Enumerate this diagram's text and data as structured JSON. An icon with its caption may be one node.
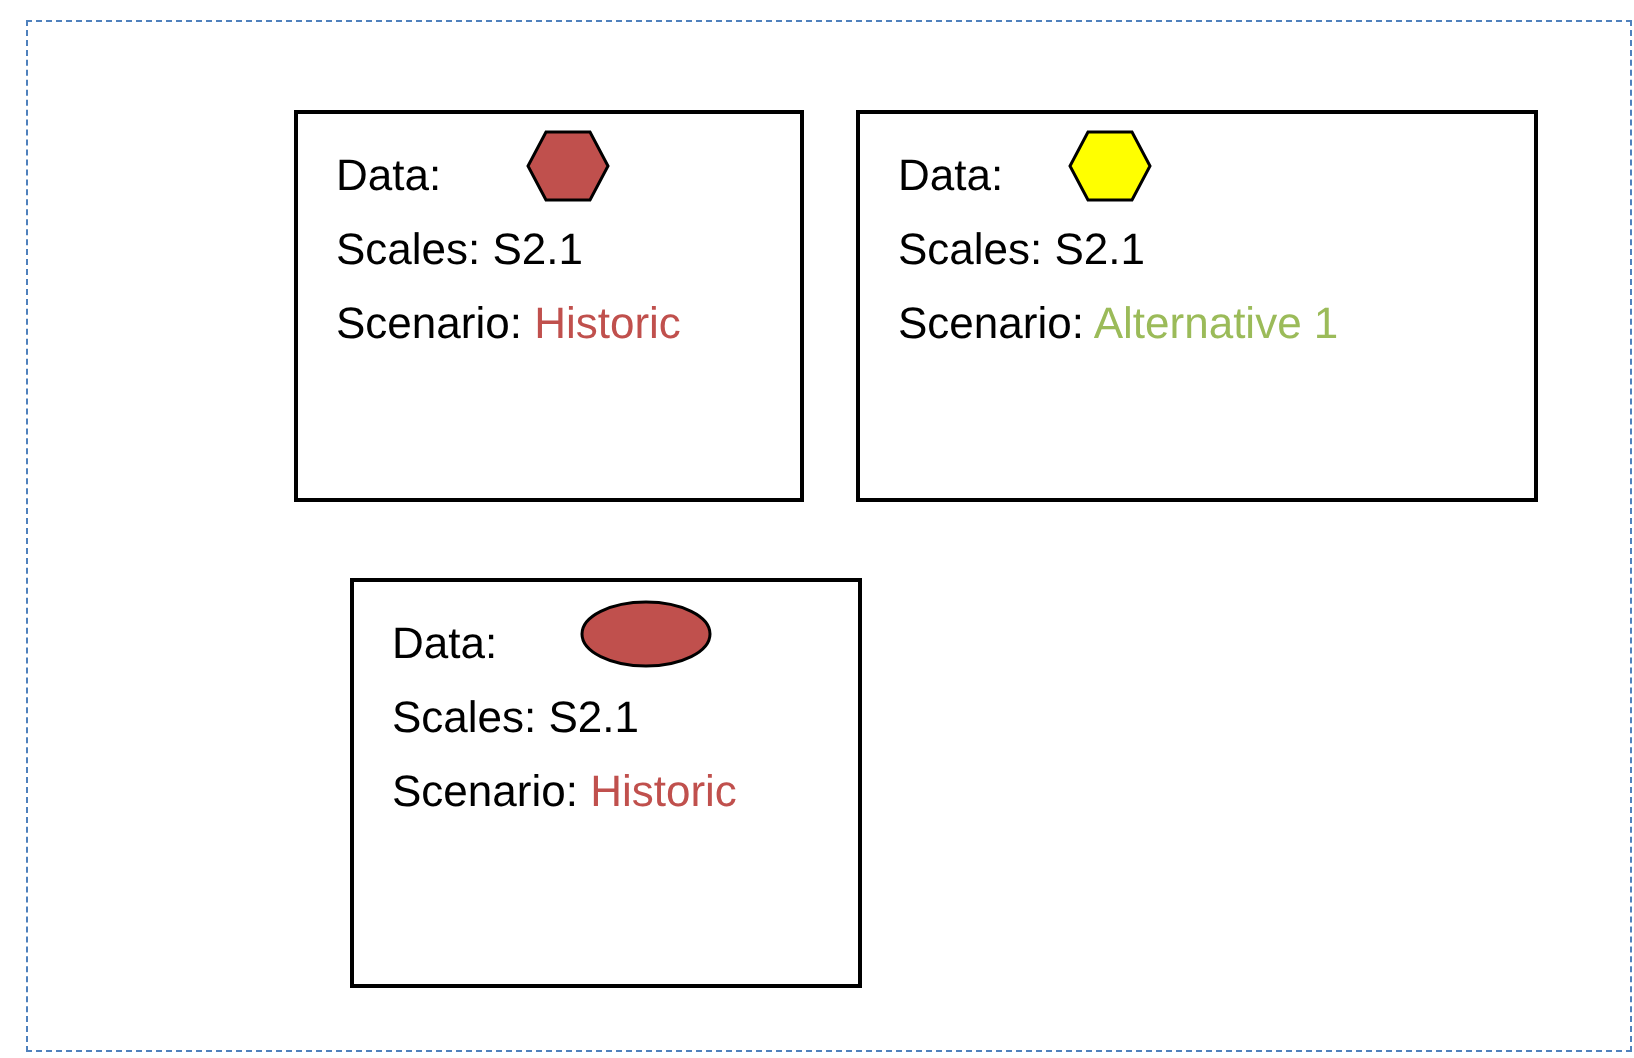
{
  "diagram": {
    "nodes": [
      {
        "text": [],
        "shape": "box"
      },
      {
        "text": [
          "Data:",
          "Scales: S2.1",
          "Scenario:",
          "Historic"
        ],
        "in": 0
      },
      {
        "text": [
          "Data:",
          "Scales: S2.1",
          "Scenario:",
          "Alternative 1"
        ],
        "in": 0
      },
      {
        "text": [
          "Data:",
          "Scales: S2.1",
          "Scenario:",
          "Historic"
        ],
        "in": 0
      }
    ]
  }
}
